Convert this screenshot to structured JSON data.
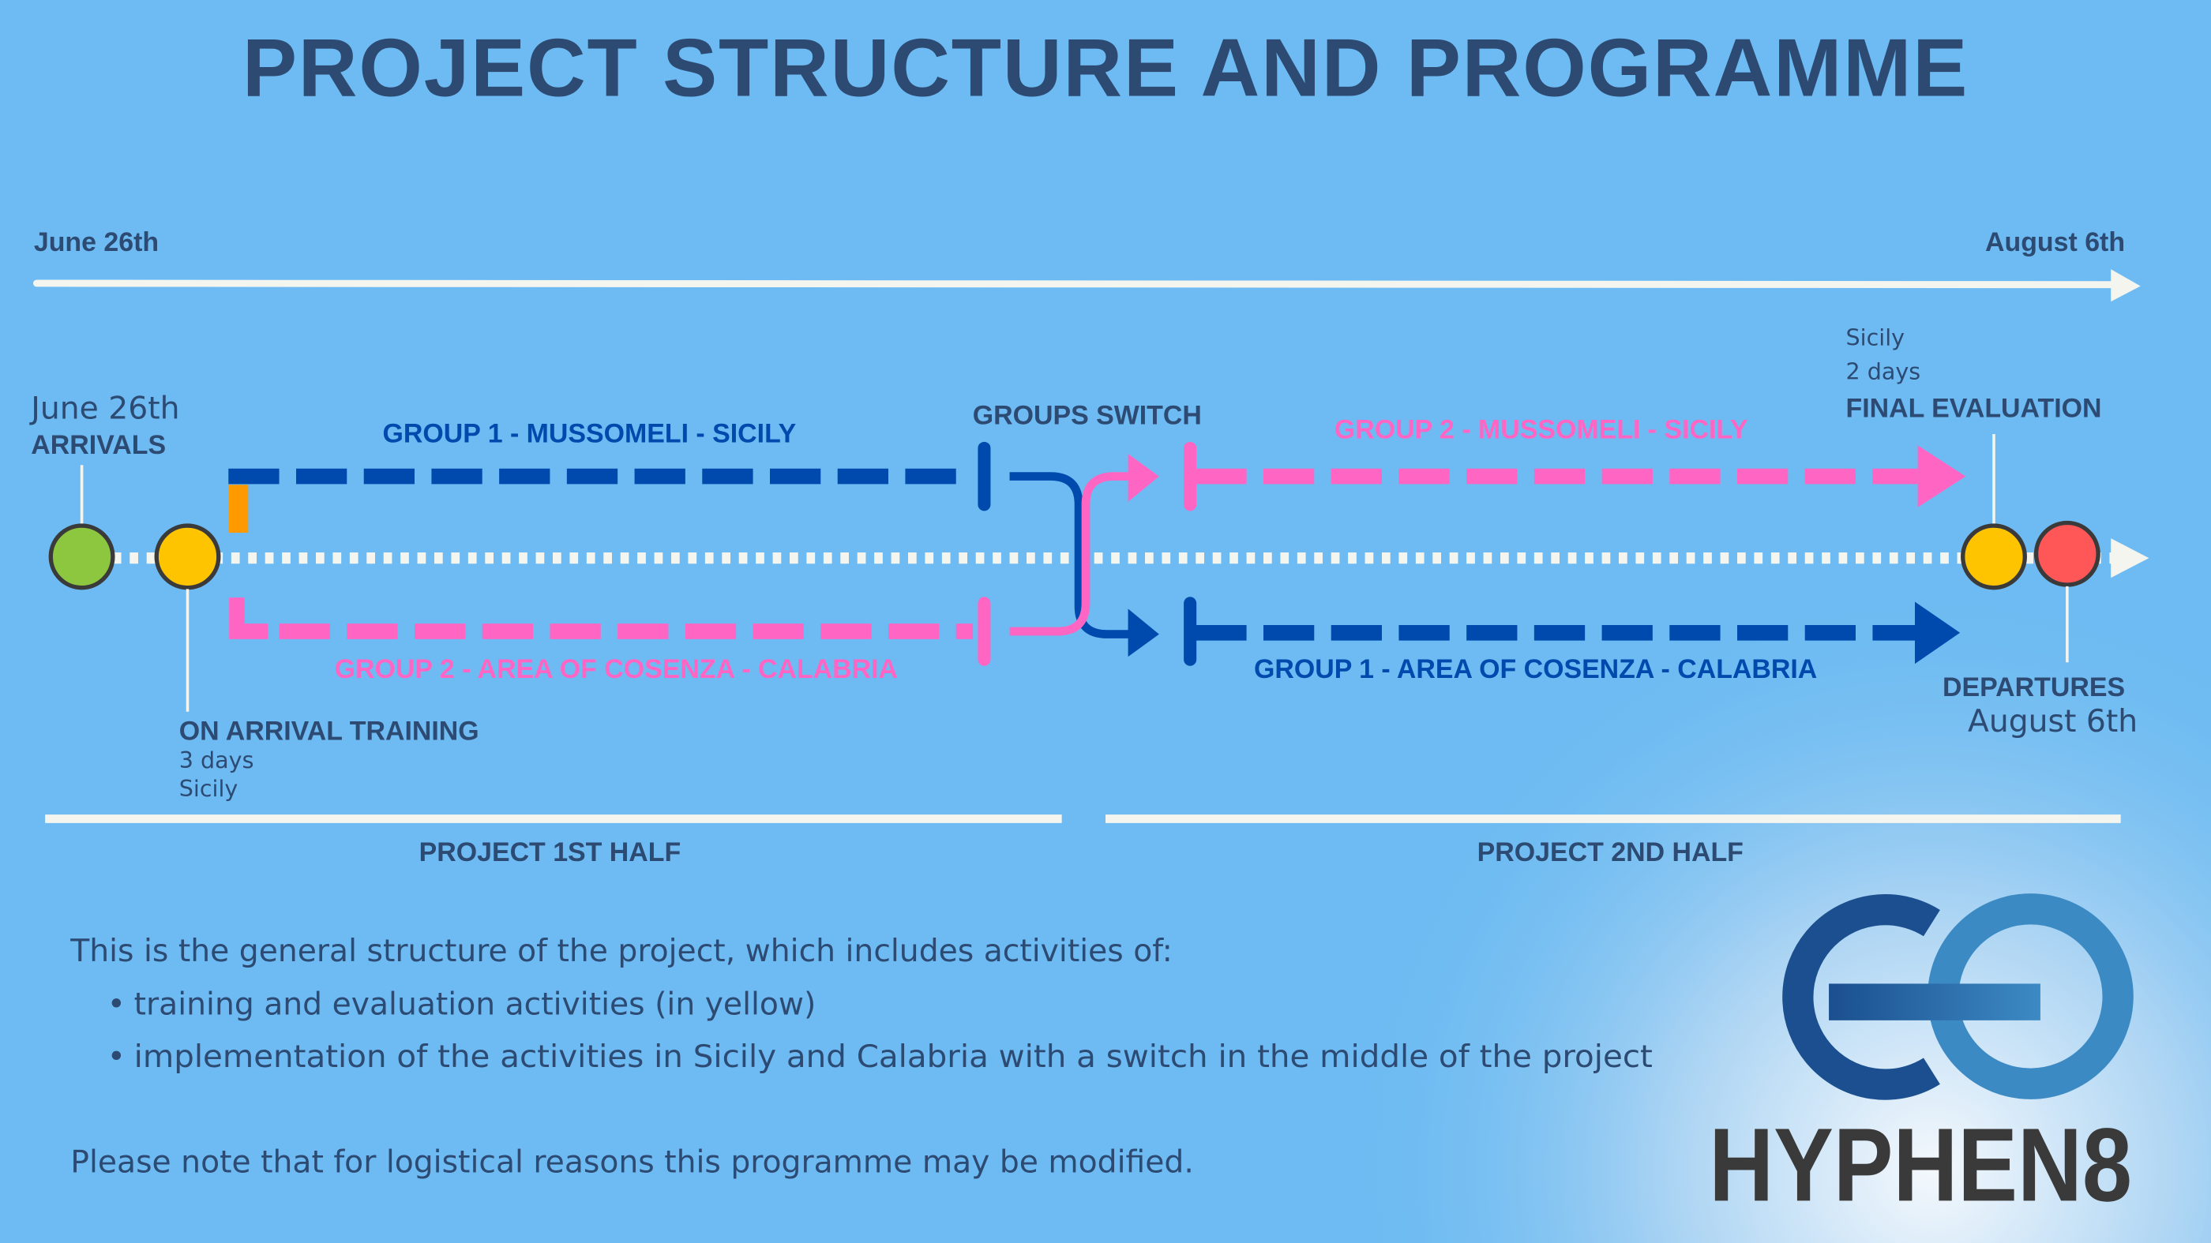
{
  "title": "PROJECT STRUCTURE AND PROGRAMME",
  "timeline": {
    "start": "June 26th",
    "end": "August 6th"
  },
  "milestones": {
    "arrivals": {
      "date": "June 26th",
      "label": "ARRIVALS"
    },
    "training": {
      "label": "ON ARRIVAL TRAINING",
      "duration": "3 days",
      "place": "Sicily"
    },
    "switch": {
      "label": "GROUPS SWITCH"
    },
    "evaluation": {
      "place": "Sicily",
      "duration": "2 days",
      "label": "FINAL EVALUATION"
    },
    "departures": {
      "label": "DEPARTURES",
      "date": "August 6th"
    }
  },
  "tracks": {
    "g1_first": "GROUP 1 - MUSSOMELI - SICILY",
    "g2_first": "GROUP 2 - AREA OF COSENZA - CALABRIA",
    "g2_second": "GROUP 2 - MUSSOMELI - SICILY",
    "g1_second": "GROUP 1 - AREA OF COSENZA - CALABRIA"
  },
  "halves": {
    "first": "PROJECT 1ST HALF",
    "second": "PROJECT 2ND HALF"
  },
  "description": {
    "intro": "This is the general structure of the project, which includes activities of:",
    "bullets": [
      "training and evaluation activities (in yellow)",
      "implementation of the activities in Sicily and Calabria with a switch in the middle of the project"
    ],
    "note": "Please note that for logistical reasons this programme may be modified."
  },
  "logo": {
    "text": "HYPHEN8"
  },
  "colors": {
    "background": "#6dbbf2",
    "text": "#2d4a73",
    "group1": "#004aad",
    "group2": "#ff66c4",
    "arrival": "#8dc63f",
    "training": "#ffc400",
    "departure": "#ff5757"
  }
}
